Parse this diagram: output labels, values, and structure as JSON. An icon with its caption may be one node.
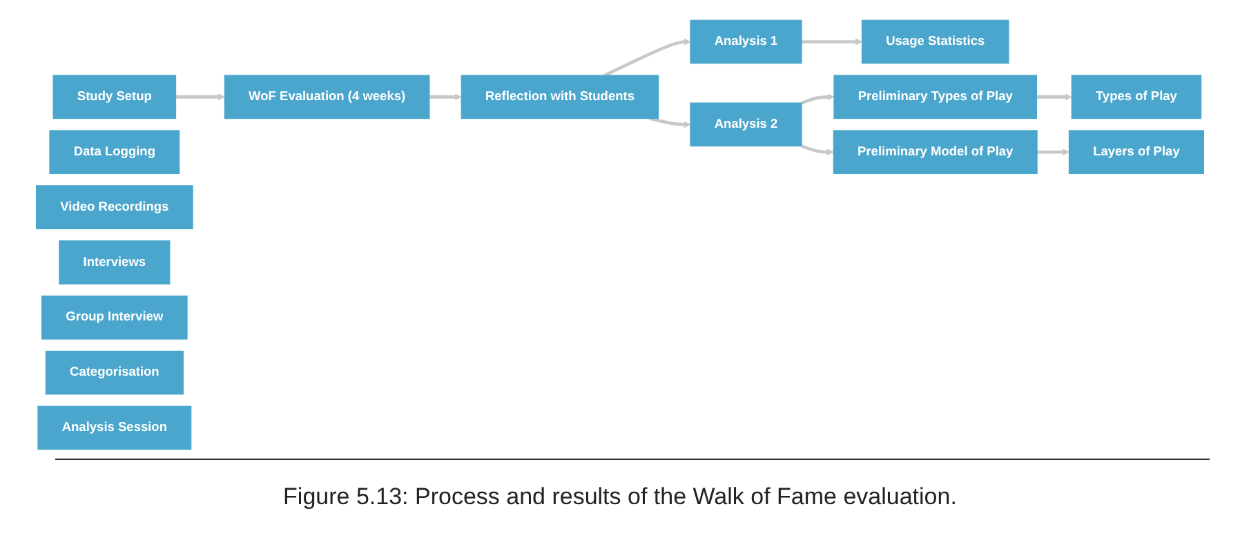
{
  "diagram": {
    "caption": "Figure 5.13: Process and results of the Walk of Fame evaluation.",
    "nodes": [
      {
        "text": [
          "Study Setup"
        ]
      },
      {
        "text": [
          "WoF Evaluation (4 weeks)"
        ]
      },
      {
        "text": [
          "Data Logging"
        ]
      },
      {
        "text": [
          "Video Recordings"
        ]
      },
      {
        "text": [
          "Interviews"
        ]
      },
      {
        "text": [
          "Reflection with Students"
        ]
      },
      {
        "text": [
          "Group Interview"
        ]
      },
      {
        "text": [
          "Analysis 1"
        ]
      },
      {
        "text": [
          "Categorisation"
        ]
      },
      {
        "text": [
          "Analysis 2"
        ]
      },
      {
        "text": [
          "Analysis Session"
        ]
      },
      {
        "text": [
          "Usage Statistics"
        ]
      },
      {
        "text": [
          "Preliminary Types of Play"
        ]
      },
      {
        "text": [
          "Preliminary Model of Play"
        ]
      },
      {
        "text": [
          "Types of Play"
        ]
      },
      {
        "text": [
          "Layers of Play"
        ]
      }
    ],
    "edges": [
      {
        "from": 0,
        "to": 1,
        "arrow": "to"
      },
      {
        "from": 1,
        "to": 5,
        "arrow": "to"
      },
      {
        "from": 5,
        "to": 7,
        "arrow": "to"
      },
      {
        "from": 5,
        "to": 9,
        "arrow": "to"
      },
      {
        "from": 7,
        "to": 11,
        "arrow": "to"
      },
      {
        "from": 9,
        "to": 12,
        "arrow": "to"
      },
      {
        "from": 9,
        "to": 13,
        "arrow": "to"
      },
      {
        "from": 12,
        "to": 14,
        "arrow": "to"
      },
      {
        "from": 13,
        "to": 15,
        "arrow": "to"
      }
    ]
  }
}
